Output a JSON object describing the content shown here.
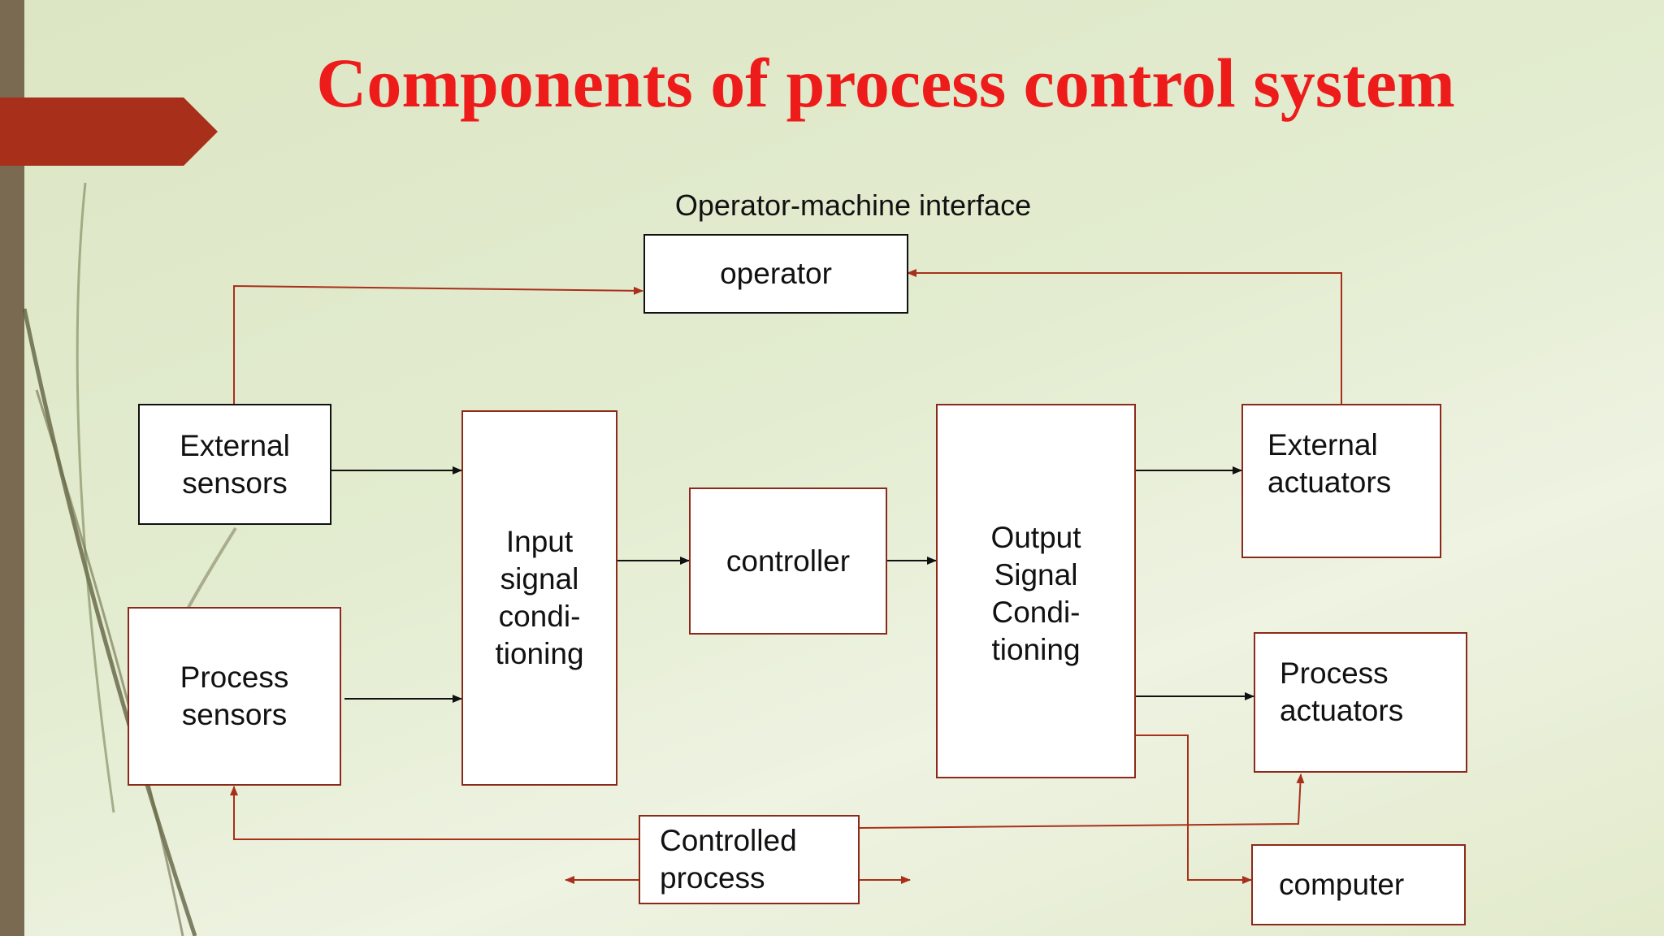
{
  "slide": {
    "title": "Components of process control system",
    "caption": "Operator-machine interface"
  },
  "boxes": {
    "operator": "operator",
    "external_sensors": [
      "External",
      "sensors"
    ],
    "process_sensors": [
      "Process",
      "sensors"
    ],
    "input_conditioning": [
      "Input",
      "signal",
      "condi-",
      "tioning"
    ],
    "controller": "controller",
    "output_conditioning": [
      "Output",
      "Signal",
      "Condi-",
      "tioning"
    ],
    "external_actuators": [
      "External",
      "actuators"
    ],
    "process_actuators": [
      "Process",
      "actuators"
    ],
    "controlled_process": [
      "Controlled",
      "process"
    ],
    "computer": "computer"
  },
  "colors": {
    "title": "#ee1b1b",
    "accent_arrow": "#a8301a",
    "red_line": "#a8301a",
    "black_line": "#111111",
    "left_bar": "#7a6a52"
  }
}
